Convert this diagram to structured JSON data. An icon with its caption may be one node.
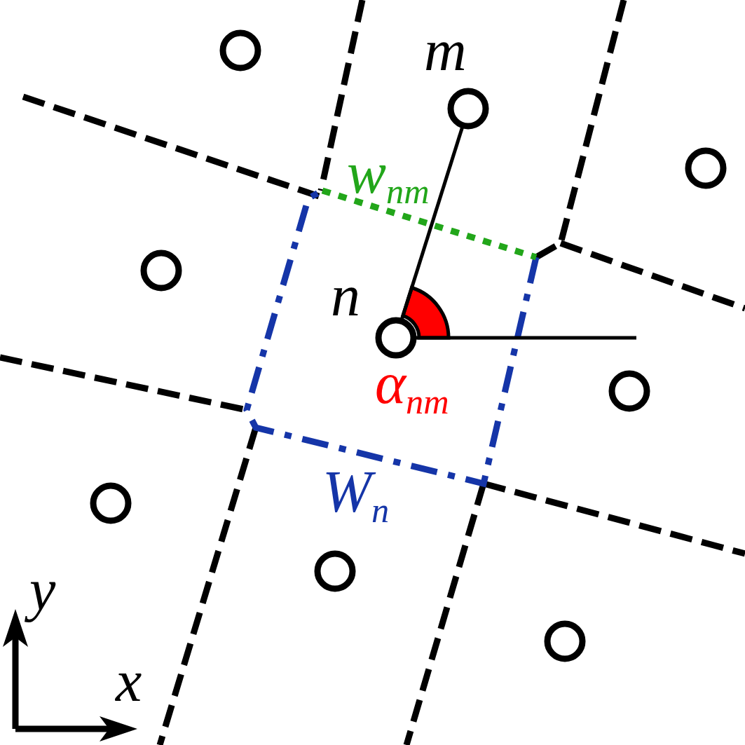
{
  "diagram": {
    "nodes": [
      {
        "text": [],
        "shape": "circle"
      },
      {
        "text": [],
        "shape": "circle",
        "beside": [
          "m"
        ]
      },
      {
        "text": [],
        "shape": "circle"
      },
      {
        "text": [],
        "shape": "circle"
      },
      {
        "text": [],
        "shape": "circle",
        "beside": [
          "n"
        ]
      },
      {
        "text": [],
        "shape": "circle"
      },
      {
        "text": [],
        "shape": "circle"
      },
      {
        "text": [],
        "shape": "circle"
      },
      {
        "text": [],
        "shape": "circle"
      },
      {
        "text": [],
        "shape": "wedge"
      }
    ],
    "edges": [
      {
        "from": 4,
        "to": 1,
        "arrow": "none"
      },
      {
        "from": 4,
        "to": null,
        "arrow": "none"
      }
    ],
    "labels": [
      "w$_{nm}$",
      "α$_{nm}$",
      "W$_{n}$",
      "y",
      "x"
    ]
  }
}
